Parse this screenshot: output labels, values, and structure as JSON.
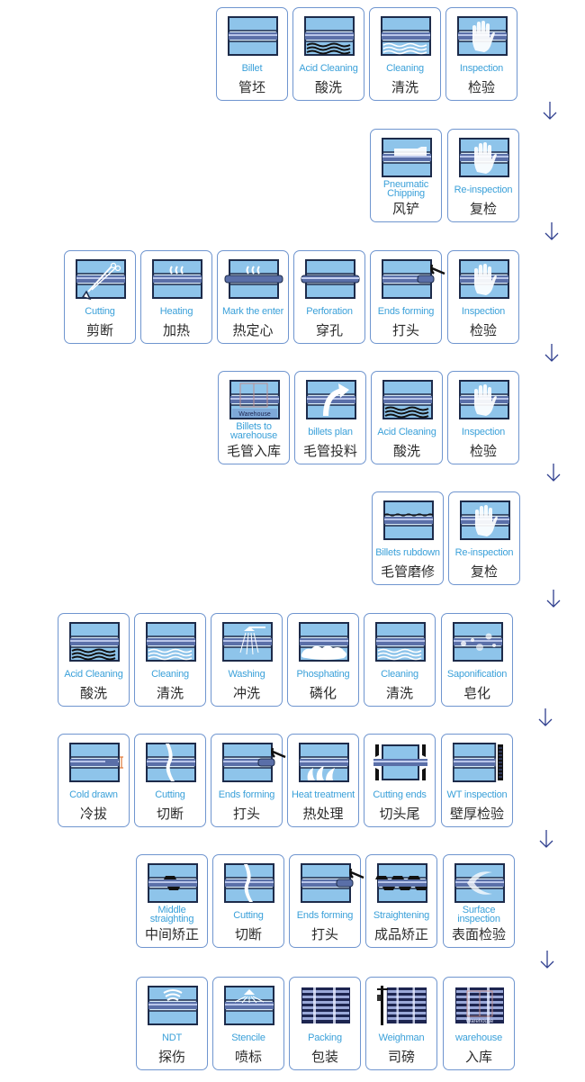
{
  "colors": {
    "box_border": "#6f95cf",
    "label_en": "#3aa0d9",
    "label_zh": "#2b2b2b",
    "mold_fill": "#8ec4ea",
    "mold_stroke": "#1d2b4a",
    "tube": "#5a6fa8",
    "arrow": "#2f3f8f"
  },
  "rows": [
    {
      "steps": [
        {
          "en": "Billet",
          "zh": "管坯",
          "icon": "billet-icon"
        },
        {
          "en": "Acid Cleaning",
          "zh": "酸洗",
          "icon": "acid-cleaning-icon"
        },
        {
          "en": "Cleaning",
          "zh": "清洗",
          "icon": "cleaning-icon"
        },
        {
          "en": "Inspection",
          "zh": "检验",
          "icon": "inspection-hand-icon"
        }
      ]
    },
    {
      "steps": [
        {
          "en": "Pneumatic Chipping",
          "zh": "风铲",
          "icon": "pneumatic-chipping-icon"
        },
        {
          "en": "Re-inspection",
          "zh": "复检",
          "icon": "inspection-hand-icon"
        }
      ]
    },
    {
      "steps": [
        {
          "en": "Cutting",
          "zh": "剪断",
          "icon": "scissors-cutting-icon"
        },
        {
          "en": "Heating",
          "zh": "加热",
          "icon": "heating-icon"
        },
        {
          "en": "Mark the enter",
          "zh": "热定心",
          "icon": "centering-icon"
        },
        {
          "en": "Perforation",
          "zh": "穿孔",
          "icon": "perforation-icon"
        },
        {
          "en": "Ends forming",
          "zh": "打头",
          "icon": "ends-forming-hammer-icon"
        },
        {
          "en": "Inspection",
          "zh": "检验",
          "icon": "inspection-hand-icon"
        }
      ]
    },
    {
      "steps": [
        {
          "en": "Billets to warehouse",
          "zh": "毛管入库",
          "icon": "warehouse-door-icon",
          "icon_text": "Warehouse"
        },
        {
          "en": "billets plan",
          "zh": "毛管投料",
          "icon": "curved-arrow-icon"
        },
        {
          "en": "Acid Cleaning",
          "zh": "酸洗",
          "icon": "acid-cleaning-icon"
        },
        {
          "en": "Inspection",
          "zh": "检验",
          "icon": "inspection-hand-icon"
        }
      ]
    },
    {
      "steps": [
        {
          "en": "Billets rubdown",
          "zh": "毛管磨修",
          "icon": "rubdown-icon"
        },
        {
          "en": "Re-inspection",
          "zh": "复检",
          "icon": "inspection-hand-icon"
        }
      ]
    },
    {
      "steps": [
        {
          "en": "Acid Cleaning",
          "zh": "酸洗",
          "icon": "acid-cleaning-icon"
        },
        {
          "en": "Cleaning",
          "zh": "清洗",
          "icon": "cleaning-icon"
        },
        {
          "en": "Washing",
          "zh": "冲洗",
          "icon": "shower-washing-icon"
        },
        {
          "en": "Phosphating",
          "zh": "磷化",
          "icon": "phosphating-cloud-icon"
        },
        {
          "en": "Cleaning",
          "zh": "清洗",
          "icon": "cleaning-icon"
        },
        {
          "en": "Saponification",
          "zh": "皂化",
          "icon": "bubbles-icon"
        }
      ]
    },
    {
      "steps": [
        {
          "en": "Cold drawn",
          "zh": "冷拔",
          "icon": "cold-drawn-icon"
        },
        {
          "en": "Cutting",
          "zh": "切断",
          "icon": "cut-line-icon"
        },
        {
          "en": "Ends forming",
          "zh": "打头",
          "icon": "ends-forming-hammer-icon"
        },
        {
          "en": "Heat  treatment",
          "zh": "热处理",
          "icon": "flame-icon"
        },
        {
          "en": "Cutting ends",
          "zh": "切头尾",
          "icon": "cutting-ends-icon"
        },
        {
          "en": "WT inspection",
          "zh": "壁厚检验",
          "icon": "wall-thickness-gauge-icon"
        }
      ]
    },
    {
      "steps": [
        {
          "en": "Middle straighting",
          "zh": "中间矫正",
          "icon": "middle-straightening-icon"
        },
        {
          "en": "Cutting",
          "zh": "切断",
          "icon": "cut-line-icon"
        },
        {
          "en": "Ends forming",
          "zh": "打头",
          "icon": "ends-forming-hammer-icon"
        },
        {
          "en": "Straightening",
          "zh": "成品矫正",
          "icon": "straightening-rollers-icon"
        },
        {
          "en": "Surface inspection",
          "zh": "表面检验",
          "icon": "surface-inspection-icon"
        }
      ]
    },
    {
      "steps": [
        {
          "en": "NDT",
          "zh": "探伤",
          "icon": "ndt-waves-icon"
        },
        {
          "en": "Stencile",
          "zh": "喷标",
          "icon": "stencil-spray-icon"
        },
        {
          "en": "Packing",
          "zh": "包装",
          "icon": "pipe-bundle-icon"
        },
        {
          "en": "Weighman",
          "zh": "司磅",
          "icon": "crane-scale-icon"
        },
        {
          "en": "warehouse",
          "zh": "入库",
          "icon": "warehouse-bundle-icon",
          "icon_text": "Warehouse"
        }
      ]
    }
  ],
  "arrows": [
    {
      "direction": "down",
      "icon": "down-arrow-icon"
    },
    {
      "direction": "down",
      "icon": "down-arrow-icon"
    },
    {
      "direction": "down",
      "icon": "down-arrow-icon"
    },
    {
      "direction": "down",
      "icon": "down-arrow-icon"
    },
    {
      "direction": "down",
      "icon": "down-arrow-icon"
    },
    {
      "direction": "down",
      "icon": "down-arrow-icon"
    },
    {
      "direction": "down",
      "icon": "down-arrow-icon"
    },
    {
      "direction": "down",
      "icon": "down-arrow-icon"
    }
  ]
}
